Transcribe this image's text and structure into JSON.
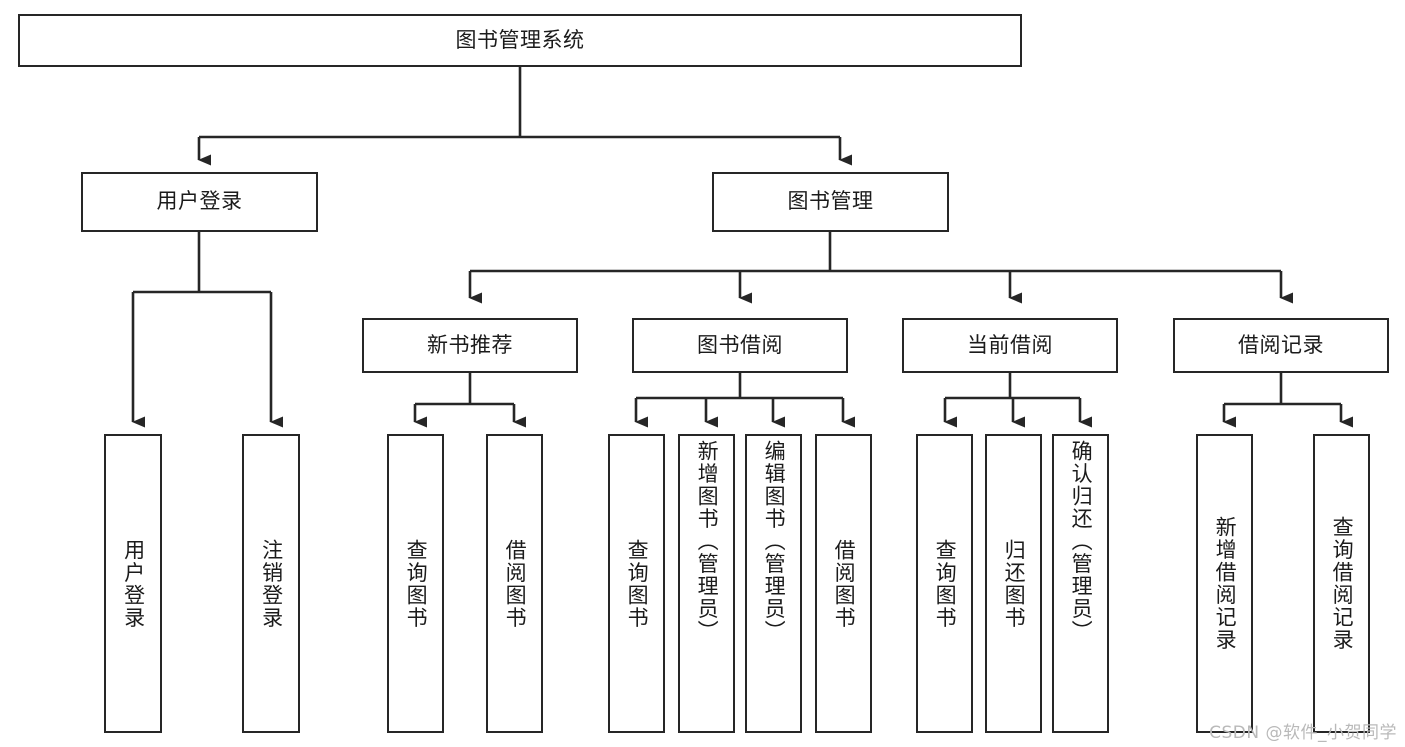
{
  "diagram": {
    "type": "hierarchy-tree",
    "title": "图书管理系统",
    "root": {
      "label": "图书管理系统"
    },
    "level2": [
      {
        "label": "用户登录"
      },
      {
        "label": "图书管理"
      }
    ],
    "level3": [
      {
        "label": "新书推荐",
        "parent": "图书管理"
      },
      {
        "label": "图书借阅",
        "parent": "图书管理"
      },
      {
        "label": "当前借阅",
        "parent": "图书管理"
      },
      {
        "label": "借阅记录",
        "parent": "图书管理"
      }
    ],
    "leaves": [
      {
        "label": "用户登录",
        "parent": "用户登录"
      },
      {
        "label": "注销登录",
        "parent": "用户登录"
      },
      {
        "label": "查询图书",
        "parent": "新书推荐"
      },
      {
        "label": "借阅图书",
        "parent": "新书推荐"
      },
      {
        "label": "查询图书",
        "parent": "图书借阅"
      },
      {
        "label": "新增图书（管理员）",
        "parent": "图书借阅"
      },
      {
        "label": "编辑图书（管理员）",
        "parent": "图书借阅"
      },
      {
        "label": "借阅图书",
        "parent": "图书借阅"
      },
      {
        "label": "查询图书",
        "parent": "当前借阅"
      },
      {
        "label": "归还图书",
        "parent": "当前借阅"
      },
      {
        "label": "确认归还（管理员）",
        "parent": "当前借阅"
      },
      {
        "label": "新增借阅记录",
        "parent": "借阅记录"
      },
      {
        "label": "查询借阅记录",
        "parent": "借阅记录"
      }
    ],
    "colors": {
      "border": "#262626",
      "background": "#ffffff",
      "text": "#1b1b1b",
      "connector": "#262626",
      "watermark": "#b9b9b9"
    }
  },
  "watermark": {
    "text": "CSDN @软件_小贺同学"
  }
}
